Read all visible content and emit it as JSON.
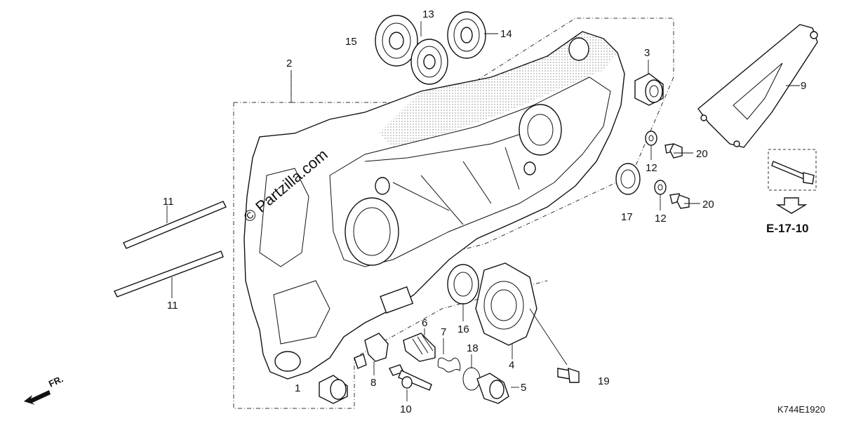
{
  "diagram": {
    "callouts": [
      {
        "id": "c1",
        "label": "1"
      },
      {
        "id": "c2",
        "label": "2"
      },
      {
        "id": "c3",
        "label": "3"
      },
      {
        "id": "c4",
        "label": "4"
      },
      {
        "id": "c5",
        "label": "5"
      },
      {
        "id": "c6",
        "label": "6"
      },
      {
        "id": "c7",
        "label": "7"
      },
      {
        "id": "c8",
        "label": "8"
      },
      {
        "id": "c9",
        "label": "9"
      },
      {
        "id": "c10",
        "label": "10"
      },
      {
        "id": "c11a",
        "label": "11"
      },
      {
        "id": "c11b",
        "label": "11"
      },
      {
        "id": "c12a",
        "label": "12"
      },
      {
        "id": "c12b",
        "label": "12"
      },
      {
        "id": "c13",
        "label": "13"
      },
      {
        "id": "c14",
        "label": "14"
      },
      {
        "id": "c15",
        "label": "15"
      },
      {
        "id": "c16",
        "label": "16"
      },
      {
        "id": "c17",
        "label": "17"
      },
      {
        "id": "c18",
        "label": "18"
      },
      {
        "id": "c19",
        "label": "19"
      },
      {
        "id": "c20a",
        "label": "20"
      },
      {
        "id": "c20b",
        "label": "20"
      }
    ],
    "reference": "E-17-10",
    "diagram_code": "K744E1920",
    "watermark": "© Partzilla.com",
    "front_label": "FR."
  }
}
